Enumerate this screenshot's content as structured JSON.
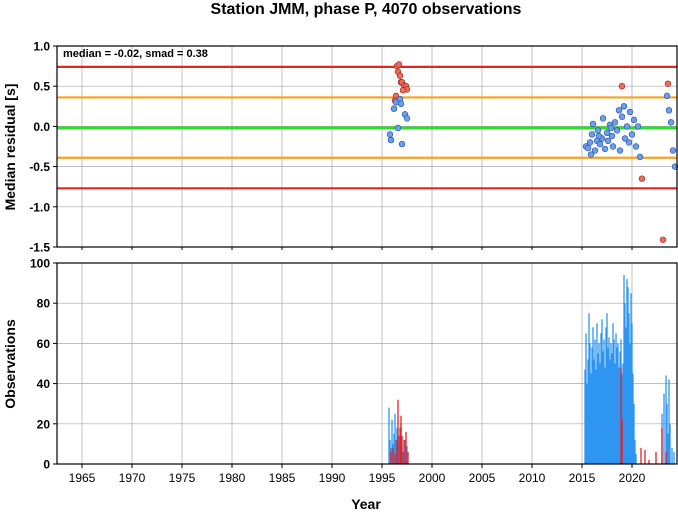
{
  "title": "Station JMM, phase P, 4070 observations",
  "colors": {
    "red_line": "#e8231e",
    "orange_line": "#f7a21b",
    "green_line": "#2adf2a",
    "blue_marker": "#6b9df0",
    "red_marker": "#f26a5a",
    "blue_bar": "#2e95f0",
    "red_bar": "#e0242a",
    "grid": "#a8a8a8"
  },
  "chart_data": [
    {
      "type": "scatter",
      "annotation": "median = -0.02, smad = 0.38",
      "ylabel": "Median residual [s]",
      "xlim": [
        1962.5,
        2024.5
      ],
      "ylim": [
        -1.5,
        1.0
      ],
      "xticks": [
        1965,
        1970,
        1975,
        1980,
        1985,
        1990,
        1995,
        2000,
        2005,
        2010,
        2015,
        2020
      ],
      "yticks": [
        1.0,
        0.5,
        0.0,
        -0.5,
        -1.0,
        -1.5
      ],
      "ytick_labels": [
        "1.0",
        "0.5",
        "0.0",
        "-0.5",
        "-1.0",
        "-1.5"
      ],
      "grid": true,
      "reference_lines": [
        {
          "y": 0.74,
          "color": "red"
        },
        {
          "y": 0.36,
          "color": "orange"
        },
        {
          "y": -0.02,
          "color": "green"
        },
        {
          "y": -0.39,
          "color": "orange"
        },
        {
          "y": -0.77,
          "color": "red"
        }
      ],
      "series": [
        {
          "color": "red",
          "points": [
            [
              1996.5,
              0.75
            ],
            [
              1996.7,
              0.77
            ],
            [
              1996.6,
              0.68
            ],
            [
              1996.8,
              0.63
            ],
            [
              1996.9,
              0.55
            ],
            [
              1997.0,
              0.55
            ],
            [
              1997.2,
              0.51
            ],
            [
              1997.4,
              0.5
            ],
            [
              1997.5,
              0.46
            ],
            [
              1997.1,
              0.45
            ],
            [
              1996.4,
              0.38
            ],
            [
              1996.3,
              0.32
            ],
            [
              2019.0,
              0.5
            ],
            [
              2023.6,
              0.53
            ],
            [
              2021.0,
              -0.65
            ],
            [
              2023.1,
              -1.41
            ]
          ]
        },
        {
          "color": "blue",
          "points": [
            [
              1995.8,
              -0.1
            ],
            [
              1995.9,
              -0.17
            ],
            [
              1996.2,
              0.22
            ],
            [
              1996.4,
              0.3
            ],
            [
              1996.6,
              -0.02
            ],
            [
              1996.8,
              0.34
            ],
            [
              1996.9,
              0.28
            ],
            [
              1997.0,
              -0.22
            ],
            [
              1997.3,
              0.15
            ],
            [
              1997.5,
              0.1
            ],
            [
              2015.4,
              -0.25
            ],
            [
              2015.6,
              -0.27
            ],
            [
              2015.8,
              -0.2
            ],
            [
              2016.0,
              -0.1
            ],
            [
              2016.1,
              0.03
            ],
            [
              2016.3,
              -0.3
            ],
            [
              2016.5,
              -0.18
            ],
            [
              2016.6,
              -0.05
            ],
            [
              2016.8,
              -0.22
            ],
            [
              2017.0,
              -0.15
            ],
            [
              2017.1,
              0.1
            ],
            [
              2017.3,
              -0.28
            ],
            [
              2017.5,
              -0.08
            ],
            [
              2017.6,
              -0.18
            ],
            [
              2017.8,
              0.02
            ],
            [
              2018.0,
              -0.12
            ],
            [
              2018.1,
              -0.25
            ],
            [
              2018.3,
              0.05
            ],
            [
              2018.5,
              -0.05
            ],
            [
              2018.7,
              0.2
            ],
            [
              2018.8,
              -0.3
            ],
            [
              2019.0,
              0.12
            ],
            [
              2019.2,
              0.25
            ],
            [
              2019.3,
              -0.15
            ],
            [
              2019.5,
              0.0
            ],
            [
              2019.7,
              -0.2
            ],
            [
              2019.8,
              0.18
            ],
            [
              2020.0,
              -0.1
            ],
            [
              2020.2,
              0.08
            ],
            [
              2020.4,
              -0.25
            ],
            [
              2020.6,
              0.0
            ],
            [
              2020.8,
              -0.38
            ],
            [
              2023.5,
              0.38
            ],
            [
              2023.7,
              0.2
            ],
            [
              2023.9,
              0.05
            ],
            [
              2024.1,
              -0.3
            ],
            [
              2024.3,
              -0.5
            ],
            [
              2015.9,
              -0.35
            ],
            [
              2016.7,
              -0.12
            ],
            [
              2017.9,
              -0.02
            ]
          ]
        }
      ]
    },
    {
      "type": "bar",
      "xlabel": "Year",
      "ylabel": "Observations",
      "xlim": [
        1962.5,
        2024.5
      ],
      "ylim": [
        0,
        100
      ],
      "xticks": [
        1965,
        1970,
        1975,
        1980,
        1985,
        1990,
        1995,
        2000,
        2005,
        2010,
        2015,
        2020
      ],
      "xtick_labels": [
        "1965",
        "1970",
        "1975",
        "1980",
        "1985",
        "1990",
        "1995",
        "2000",
        "2005",
        "2010",
        "2015",
        "2020"
      ],
      "yticks": [
        0,
        20,
        40,
        60,
        80,
        100
      ],
      "ytick_labels": [
        "0",
        "20",
        "40",
        "60",
        "80",
        "100"
      ],
      "grid": true,
      "series": [
        {
          "color": "blue",
          "bars": [
            [
              1995.7,
              28
            ],
            [
              1995.8,
              12
            ],
            [
              1995.9,
              8
            ],
            [
              1996.0,
              22
            ],
            [
              1996.1,
              10
            ],
            [
              1996.2,
              15
            ],
            [
              1996.3,
              25
            ],
            [
              1996.4,
              12
            ],
            [
              1996.5,
              18
            ],
            [
              1996.6,
              8
            ],
            [
              1996.7,
              14
            ],
            [
              1996.9,
              20
            ],
            [
              1997.0,
              10
            ],
            [
              1997.1,
              6
            ],
            [
              1997.3,
              12
            ],
            [
              1997.5,
              9
            ],
            [
              2015.3,
              47
            ],
            [
              2015.4,
              65
            ],
            [
              2015.5,
              40
            ],
            [
              2015.6,
              52
            ],
            [
              2015.7,
              75
            ],
            [
              2015.8,
              60
            ],
            [
              2015.9,
              45
            ],
            [
              2016.0,
              58
            ],
            [
              2016.1,
              68
            ],
            [
              2016.2,
              52
            ],
            [
              2016.3,
              62
            ],
            [
              2016.4,
              47
            ],
            [
              2016.5,
              70
            ],
            [
              2016.6,
              55
            ],
            [
              2016.7,
              60
            ],
            [
              2016.8,
              50
            ],
            [
              2016.9,
              65
            ],
            [
              2017.0,
              72
            ],
            [
              2017.1,
              56
            ],
            [
              2017.2,
              62
            ],
            [
              2017.3,
              48
            ],
            [
              2017.4,
              68
            ],
            [
              2017.5,
              75
            ],
            [
              2017.6,
              58
            ],
            [
              2017.7,
              63
            ],
            [
              2017.8,
              52
            ],
            [
              2017.9,
              60
            ],
            [
              2018.0,
              55
            ],
            [
              2018.1,
              70
            ],
            [
              2018.2,
              62
            ],
            [
              2018.3,
              50
            ],
            [
              2018.4,
              65
            ],
            [
              2018.5,
              58
            ],
            [
              2018.6,
              60
            ],
            [
              2018.7,
              48
            ],
            [
              2018.8,
              56
            ],
            [
              2018.9,
              62
            ],
            [
              2019.0,
              45
            ],
            [
              2019.1,
              50
            ],
            [
              2019.2,
              94
            ],
            [
              2019.3,
              80
            ],
            [
              2019.4,
              68
            ],
            [
              2019.5,
              92
            ],
            [
              2019.6,
              88
            ],
            [
              2019.7,
              75
            ],
            [
              2019.8,
              60
            ],
            [
              2019.9,
              85
            ],
            [
              2020.0,
              70
            ],
            [
              2020.1,
              45
            ],
            [
              2020.2,
              30
            ],
            [
              2020.3,
              12
            ],
            [
              2020.4,
              5
            ],
            [
              2023.0,
              25
            ],
            [
              2023.2,
              35
            ],
            [
              2023.4,
              44
            ],
            [
              2023.5,
              30
            ],
            [
              2023.6,
              15
            ],
            [
              2023.7,
              42
            ],
            [
              2023.8,
              20
            ],
            [
              2024.0,
              8
            ],
            [
              2024.2,
              6
            ]
          ]
        },
        {
          "color": "red",
          "bars": [
            [
              1995.9,
              6
            ],
            [
              1996.1,
              8
            ],
            [
              1996.3,
              5
            ],
            [
              1996.5,
              12
            ],
            [
              1996.6,
              32
            ],
            [
              1996.8,
              18
            ],
            [
              1996.9,
              24
            ],
            [
              1997.0,
              14
            ],
            [
              1997.2,
              12
            ],
            [
              1997.4,
              16
            ],
            [
              1997.6,
              6
            ],
            [
              2018.9,
              48
            ],
            [
              2019.0,
              22
            ],
            [
              2020.9,
              8
            ],
            [
              2021.3,
              7
            ],
            [
              2021.7,
              2
            ],
            [
              2022.4,
              6
            ],
            [
              2023.0,
              18
            ],
            [
              2023.4,
              6
            ]
          ]
        }
      ]
    }
  ]
}
